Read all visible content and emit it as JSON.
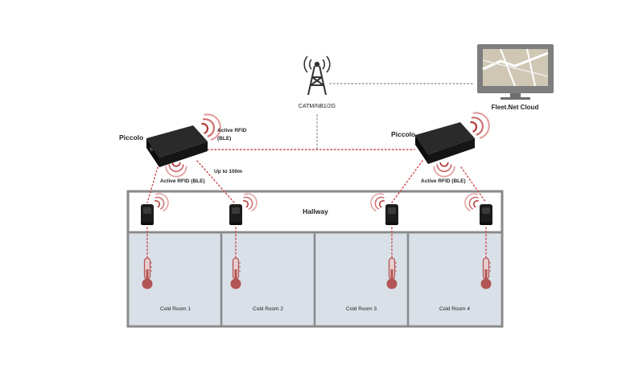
{
  "labels": {
    "network": "CATM/NB1/2G",
    "cloud": "Fleet.Net Cloud",
    "piccolo_left": "Piccolo",
    "piccolo_right": "Piccolo",
    "rfid_top_line1": "Active RFID",
    "rfid_top_line2": "(BLE)",
    "rfid_left": "Active RFID (BLE)",
    "rfid_right": "Active RFID (BLE)",
    "range": "Up to 100m",
    "hallway": "Hallway"
  },
  "rooms": [
    "Cold Room 1",
    "Cold Room 2",
    "Cold Room 3",
    "Cold Room 4"
  ],
  "colors": {
    "signal": "#b23a3a",
    "link_dots": "#c9494e",
    "room_fill": "#d9e0e8",
    "wall": "#8a8a8a",
    "device": "#1c1c1c",
    "thermometer_bulb": "#b35555"
  },
  "icons": {
    "tower": "radio-tower-icon",
    "monitor": "monitor-map-icon",
    "gateway": "piccolo-gateway-icon",
    "tag": "ble-tag-icon",
    "thermometer": "thermometer-icon",
    "signal": "signal-waves-icon"
  }
}
